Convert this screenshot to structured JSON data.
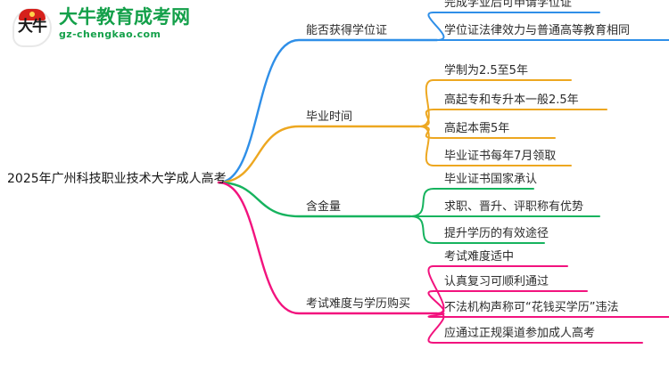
{
  "logo": {
    "mark_text": "大牛",
    "title": "大牛教育成考网",
    "subtitle": "gz-chengkao.com",
    "brand_green": "#14a04a",
    "cap_red": "#d6211c"
  },
  "mindmap": {
    "root": {
      "label": "2025年广州科技职业技术大学成人高考"
    },
    "branches": [
      {
        "label": "能否获得学位证",
        "color": "#2f8fe8",
        "children": [
          {
            "label": "完成学业后可申请学位证"
          },
          {
            "label": "学位证法律效力与普通高等教育相同"
          }
        ]
      },
      {
        "label": "毕业时间",
        "color": "#eda720",
        "children": [
          {
            "label": "学制为2.5至5年"
          },
          {
            "label": "高起专和专升本一般2.5年"
          },
          {
            "label": "高起本需5年"
          },
          {
            "label": "毕业证书每年7月领取"
          }
        ]
      },
      {
        "label": "含金量",
        "color": "#16b35e",
        "children": [
          {
            "label": "毕业证书国家承认"
          },
          {
            "label": "求职、晋升、评职称有优势"
          },
          {
            "label": "提升学历的有效途径"
          }
        ]
      },
      {
        "label": "考试难度与学历购买",
        "color": "#f2137e",
        "children": [
          {
            "label": "考试难度适中"
          },
          {
            "label": "认真复习可顺利通过"
          },
          {
            "label": "不法机构声称可“花钱买学历”违法"
          },
          {
            "label": "应通过正规渠道参加成人高考"
          }
        ]
      }
    ]
  }
}
